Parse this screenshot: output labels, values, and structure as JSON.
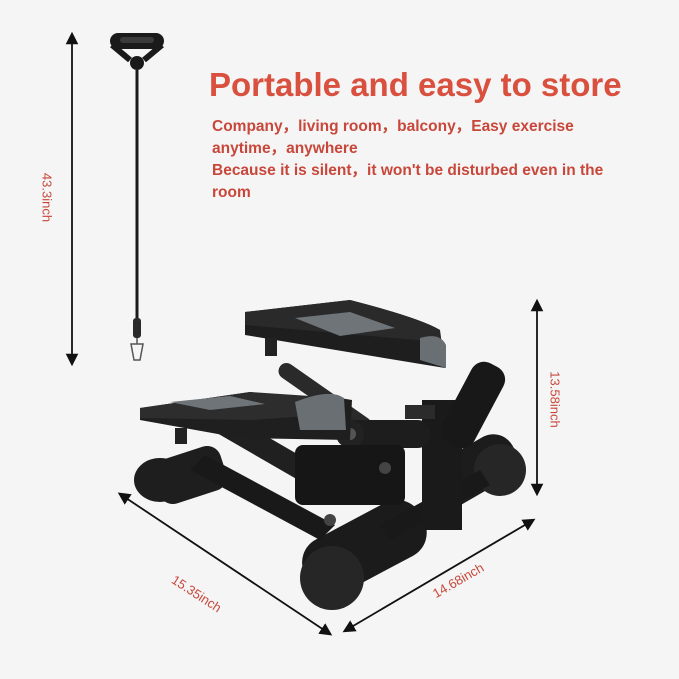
{
  "headline": "Portable and easy to store",
  "description": {
    "line1": "Company，living room，balcony，Easy exercise anytime，anywhere",
    "line2": "Because it is silent，it won't be disturbed even in the room"
  },
  "dimensions": {
    "band_length": "43.3inch",
    "height": "13.58inch",
    "length": "15.35inch",
    "width": "14.68inch"
  },
  "colors": {
    "text_accent": "#d9503f",
    "frame": "#1c1c1c",
    "pedal_gray": "#6f7478",
    "background": "#f5f5f5"
  },
  "icons": [
    "resistance-band-icon",
    "stepper-machine-icon",
    "dimension-arrow-icon"
  ]
}
